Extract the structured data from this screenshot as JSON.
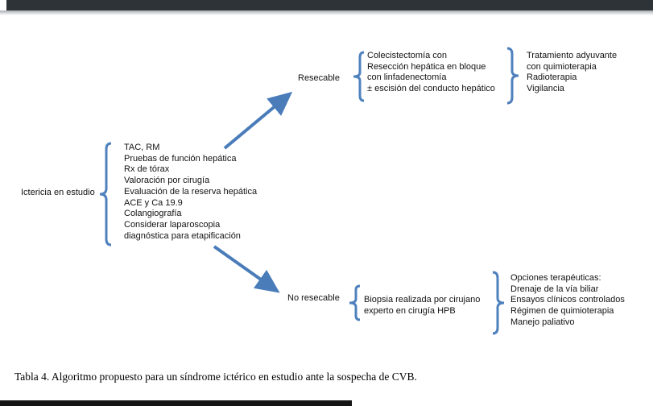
{
  "colors": {
    "accent": "#4f81bd",
    "arrow": "#4a7cba",
    "top_bar": "#2e3338",
    "bottom_bar": "#151515"
  },
  "diagram": {
    "root_label": "Ictericia en estudio",
    "workup_list": [
      "TAC, RM",
      "Pruebas de función hepática",
      "Rx de tórax",
      "Valoración por cirugía",
      "Evaluación de la reserva hepática",
      "ACE y Ca 19.9",
      "Colangiografía",
      "Considerar laparoscopia",
      "diagnóstica para etapificación"
    ],
    "resecable": {
      "label": "Resecable",
      "surgery_list": [
        "Colecistectomía con",
        "Resección hepática en bloque",
        "con linfadenectomía",
        "± escisión del conducto hepático"
      ],
      "adjuvant_list": [
        "Tratamiento adyuvante",
        "con quimioterapia",
        "Radioterapia",
        "Vigilancia"
      ]
    },
    "no_resecable": {
      "label": "No resecable",
      "biopsy_list": [
        "Biopsia realizada por cirujano",
        "experto en cirugía HPB"
      ],
      "options_list": [
        "Opciones terapéuticas:",
        "Drenaje de la vía biliar",
        "Ensayos clínicos controlados",
        "Régimen de quimioterapia",
        "Manejo paliativo"
      ]
    }
  },
  "caption": "Tabla 4. Algoritmo propuesto para un síndrome ictérico en estudio ante la sospecha de CVB."
}
